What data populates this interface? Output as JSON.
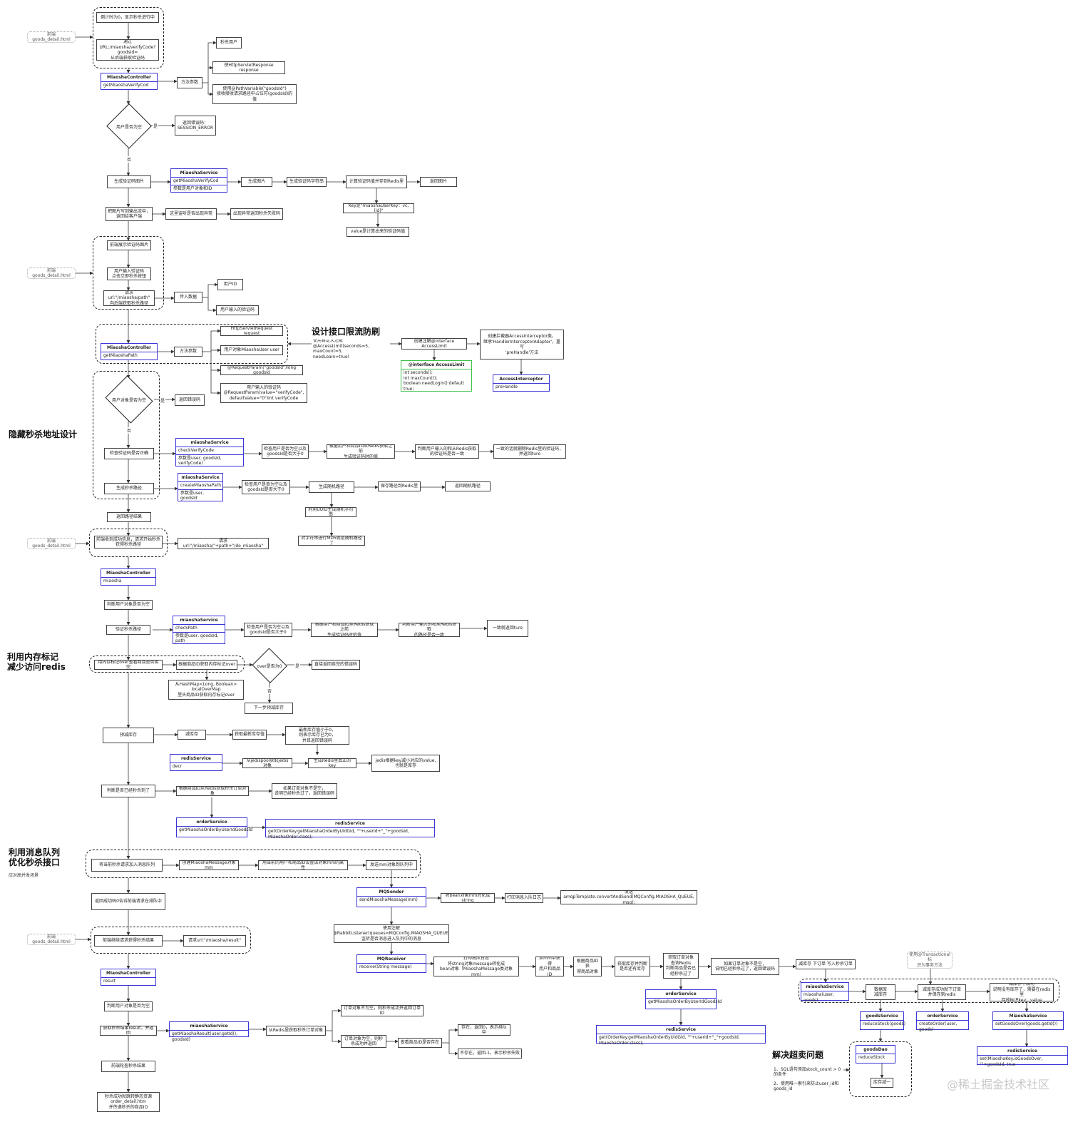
{
  "headings": {
    "h1": "隐藏秒杀地址设计",
    "h2": "利用内存标记\n减少访问redis",
    "h3": "利用消息队列\n优化秒杀接口",
    "h3sub": "应对高并发场景",
    "h4": "设计接口限流防刷",
    "h5": "解决超卖问题"
  },
  "watermark": "@稀土掘金技术社区",
  "nodes": {
    "n1": "倒计时为0，显示秒杀进行中",
    "n2": "通过URL:/miaosha/verifyCode?\ngoodsId=\n从后端获取验证码",
    "fe1": "前端goods_detail.html",
    "p1": "秒杀用户",
    "p2": "使HttpServletResponse response",
    "p3": "使用@PathVariable(\"goodsId\")\n接收接收请求路径中占位符(goodsId)的值",
    "fp": "方法参数",
    "dyes": "返回错误码：\nSESSION_ERROR",
    "gen": "生成验证码图片",
    "g1": "生成图片",
    "g2": "生成验证码字符串",
    "g3": "计算验证码值并存到Redis里",
    "g4": "返回图片",
    "g5": "Key是\"miaoshaUserKey：vc,(id)\"",
    "g6": "value是计算出来的验证码值",
    "w1": "把图片写到输出流中，\n返回给客户端",
    "w2": "这里监听是否出现异常",
    "w3": "出现异常返回秒杀失败码",
    "s1": "前端展示验证码图片",
    "fe2": "前端goods_detail.html",
    "s2": "用户输入验证码\n点击立即秒杀按钮",
    "s3": "请求url:\"/miaosha/path\"\n向后端获取秒杀路径",
    "s4": "传入数据",
    "s5": "用户ID",
    "s6": "用户输入的验证码",
    "q1": "HttpServletRequest request",
    "q2": "用户对象MiaoshaUser user",
    "q3": "@RequestParam(\"goodsId\")long goodsId",
    "q4": "用户输入的验证码\n@RequestParam(value=\"verifyCode\",\ndefaultValue=\"0\")int verifyCode",
    "fp2": "方法参数",
    "lim1": "使用自定义注解\n@AccessLimit(seconds=5, maxCount=5,\nneedLogin=true)",
    "lim2": "创建注解@interface AccessLimit",
    "lim3": "创建拦截器AccessInterceptor类，\n继承'HandlerInterceptorAdapter'，重写\n'preHandle'方法",
    "d2yes": "返回错误码",
    "chk": "检查验证码是否正确",
    "c1": "检查用户是否为空以及\ngoodsId是否大于0",
    "c2": "根据用户和商品ID从Redis获取之前\n生成验证码时的值",
    "c3": "判断用户输入的和从Redis获取\n的验证码是否一致",
    "c4": "一致的话就删除Redis里的验证码，\n并返回ture",
    "pth": "生成秒杀路径",
    "t1": "检查用户是否为空以及\ngoodsId是否大于0",
    "t2": "生成随机路径",
    "t3": "保存路径到Redis里",
    "t4": "返回随机路径",
    "t5": "利用UUID生成随机字符串",
    "t6": "对字符串进行MD5就是随机路径了",
    "ret": "返回路径结果",
    "fe3": "前端goods_detail.html",
    "r1": "前端收到成功信息，请求开始秒杀\n获得秒杀路径",
    "r2": "请求url:\"/miaosha/\"+path+\"/do_miaosha\"",
    "m1": "判断用户对象是否为空",
    "m2": "验证秒杀路径",
    "v1": "检查用户是否为空以及\ngoodsId是否大于0",
    "v2": "根据用户和商品ID从Redis获取之前\n生成验证码时的值",
    "v3": "判断用户输入的和从Redis获取\n的路径是否一致",
    "v4": "一致就返回ture",
    "o1": "用内存标记over查看商品是否卖完",
    "o2": "根据商品ID获取内存标记over",
    "o3": "从HashMap<Long, Boolean>\nlocalOverMap\n里头商品ID获取内存标记over",
    "o4": "直接返回卖完的错误码",
    "o5": "下一步预减库存",
    "pre": "预减库存",
    "pr1": "减库存",
    "pr2": "获取最新库存值",
    "pr3": "最新库存值小于0，\n则表示库存已为0，\n并且返回错误码",
    "pr4": "从jedispool获取jedis对象",
    "pr5": "生成Redis里真正的key",
    "pr6": "jedis根据key减小对应的value,\n也就是库存",
    "rep": "判断是否已经秒杀到了",
    "rp1": "根据商品ID从Redis获取秒杀订单对象",
    "rp2": "如果订单对象不是空，\n说明已经秒杀过了，返回错误码",
    "mq1": "将当前秒杀请求加入消息队列",
    "mq2": "创建MiaoshaMessage对象mm",
    "mq3": "用当前的用户和商品ID设置该对象mm的属性",
    "mq4": "发送mm对象到队列中",
    "mq5": "将bean对象mm转化成string",
    "mq6": "打印消息入队日志",
    "mq7": "发送\namqpTemplate.convertAndSend(MQConfig.MIAOSHA_QUEUE, msg);",
    "mq8": "使用注解\n@RabbitListener(queues=MQConfig.MIAOSHA_QUEUE)\n监听是否消息进入队列中的消息",
    "qr": "返回成功码0告诉前端请求在排队中",
    "fe4": "前端goods_detail.html",
    "rs1": "前端继续请求获得秒杀结果",
    "rs2": "请求url:\"/miaosha/result\"",
    "rv1": "打印出队日志\n将string对象message转化成\nbean对象（MiaoshaMessage类对象mm)",
    "rv2": "从mm中获得\n用户和商品ID",
    "rv3": "根据商品ID获\n得商品对象",
    "rv4": "获取库存并判断\n是否还有库存",
    "rv5": "获取订单对象\n查询Redis\n判断商品是否已\n经秒杀过了",
    "rv6": "如果订单对象不是空，\n说明已经秒杀过了，返回错误码",
    "rv7": "减库存 下订单 写入秒杀订单",
    "tx": "使用@Transactional标\n识为事务方法",
    "k1": "数据库\n减库存",
    "k2": "减库存成功就下订单\n并保存到redis",
    "k3": "减库存不成功\n说明没有库存了，需要在redis里\n存放标识key：value",
    "z1": "判断用户对象是否为空",
    "z2": "获取秒杀结果result，并返回",
    "z3": "从Redis里获取秒杀订单对象",
    "z4": "订单对象不为空，则秒杀成功并返回订单ID",
    "z5": "订单对象为空，则秒\n杀成功并返回",
    "z6": "查看商品ID是否存在",
    "z7": "存在，返回0，表示排队中",
    "z8": "不存在，返回-1，表示秒杀失败",
    "z9": "前端轮查秒杀结果",
    "z10": "秒杀成功就跳转静态资源\norder_detail.htm\n并传递秒杀的商品ID",
    "dec": "库存减一",
    "sol1": "1、SQL语句添加stock_count > 0\n的条件",
    "sol2": "2、使用唯一索引来防止user_id和\ngoods_id"
  },
  "diamonds": {
    "d1": "用户是否为空",
    "d2": "用户对象是否为空",
    "d3": "over是否为0"
  },
  "edge_labels": {
    "yes": "是",
    "no": "否"
  },
  "classes": {
    "c_ctrl1": {
      "name": "MiaoshaController",
      "rows": [
        "getMiaoshaVerifyCod"
      ]
    },
    "c_svc1": {
      "name": "MiaoshaService",
      "rows": [
        "getMiaoshaVerifyCod",
        "参数是用户对象和ID"
      ]
    },
    "c_ctrl2": {
      "name": "MiaoshaController",
      "rows": [
        "getMiaoshaPath"
      ]
    },
    "c_ann": {
      "name": "@interface AccessLimit",
      "rows": [
        "int seconds();\nint maxCount();\nboolean needLogin() default true;"
      ]
    },
    "c_int": {
      "name": "AccessInterceptor",
      "rows": [
        "preHandle"
      ]
    },
    "c_svc2": {
      "name": "miaoshaService",
      "rows": [
        "checkVerifyCode",
        "参数是user, goodsId, verifyCode)"
      ]
    },
    "c_svc3": {
      "name": "miaoshaService",
      "rows": [
        "createMiaoshaPath",
        "参数是user, goodsId"
      ]
    },
    "c_ctrl3": {
      "name": "MiaoshaController",
      "rows": [
        "miaosha"
      ]
    },
    "c_svc4": {
      "name": "miaoshaService",
      "rows": [
        "checkPath",
        "参数是user, goodsId, path"
      ]
    },
    "c_redis1": {
      "name": "redisService",
      "rows": [
        "decr"
      ]
    },
    "c_order1": {
      "name": "orderService",
      "rows": [
        "getMiaoshaOrderByUserIdGoodsId"
      ]
    },
    "c_redis2": {
      "name": "redisService",
      "rows": [
        "get(OrderKey.getMiaoshaOrderByUidGid, \"\"+userId+\"_\"+goodsId, MiaoshaOrder.class);"
      ]
    },
    "c_sender": {
      "name": "MQSender",
      "rows": [
        "sendMiaoshaMessage(mm)"
      ]
    },
    "c_recv": {
      "name": "MQReceiver",
      "rows": [
        "receive(String message)"
      ]
    },
    "c_ctrl4": {
      "name": "MiaoshaController",
      "rows": [
        "result"
      ]
    },
    "c_svc5": {
      "name": "miaoshaService",
      "rows": [
        "getMiaoshaResult(user.getId(), goodsId)"
      ]
    },
    "c_order2": {
      "name": "orderService",
      "rows": [
        "getMiaoshaOrderByUserIdGoodsId"
      ]
    },
    "c_redis3": {
      "name": "redisService",
      "rows": [
        "get(OrderKey.getMiaoshaOrderByUidGid, \"\"+userId+\"_\"+goodsId, MiaoshaOrder.class);"
      ]
    },
    "c_svc6": {
      "name": "miaoshaService",
      "rows": [
        "miaosha(user, goods)"
      ]
    },
    "c_goods": {
      "name": "goodsService",
      "rows": [
        "reduceStock(goods)"
      ]
    },
    "c_order3": {
      "name": "orderService",
      "rows": [
        "createOrder(user, goods)"
      ]
    },
    "c_msvc": {
      "name": "MiaoshaService",
      "rows": [
        "setGoodsOver(goods.getId())"
      ]
    },
    "c_dao": {
      "name": "goodsDao",
      "rows": [
        "reduceStock"
      ]
    },
    "c_redis4": {
      "name": "redisService",
      "rows": [
        "set(MiaoshaKey.isGoodsOver, \"\"+goodsId, true"
      ]
    }
  }
}
